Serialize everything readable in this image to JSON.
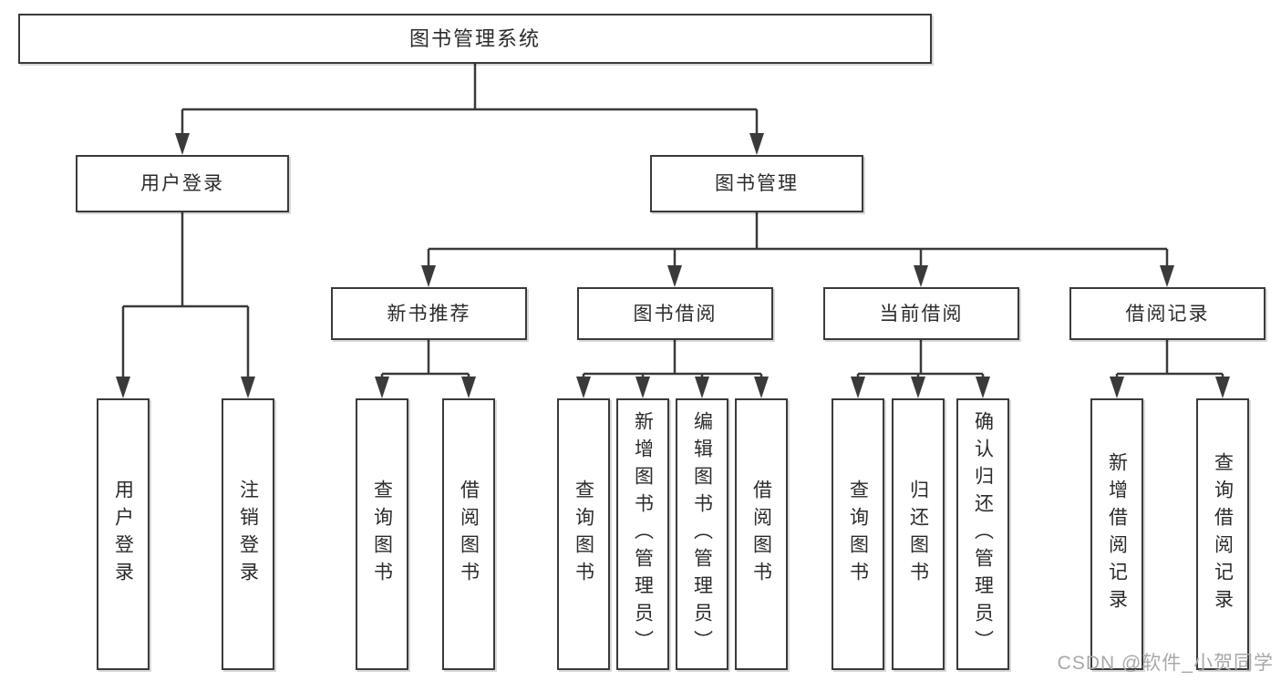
{
  "tree": {
    "label": "图书管理系统",
    "children": [
      {
        "label": "用户登录",
        "children": [
          {
            "label": "用户登录"
          },
          {
            "label": "注销登录"
          }
        ]
      },
      {
        "label": "图书管理",
        "children": [
          {
            "label": "新书推荐",
            "children": [
              {
                "label": "查询图书"
              },
              {
                "label": "借阅图书"
              }
            ]
          },
          {
            "label": "图书借阅",
            "children": [
              {
                "label": "查询图书"
              },
              {
                "label": "新增图书（管理员）"
              },
              {
                "label": "编辑图书（管理员）"
              },
              {
                "label": "借阅图书"
              }
            ]
          },
          {
            "label": "当前借阅",
            "children": [
              {
                "label": "查询图书"
              },
              {
                "label": "归还图书"
              },
              {
                "label": "确认归还（管理员）"
              }
            ]
          },
          {
            "label": "借阅记录",
            "children": [
              {
                "label": "新增借阅记录"
              },
              {
                "label": "查询借阅记录"
              }
            ]
          }
        ]
      }
    ]
  },
  "watermark": {
    "text": "CSDN @软件_小贺同学"
  },
  "colors": {
    "line": "#3a3a3a",
    "text": "#2b2b2b",
    "watermark": "#a8a8a8",
    "bg": "#ffffff"
  }
}
